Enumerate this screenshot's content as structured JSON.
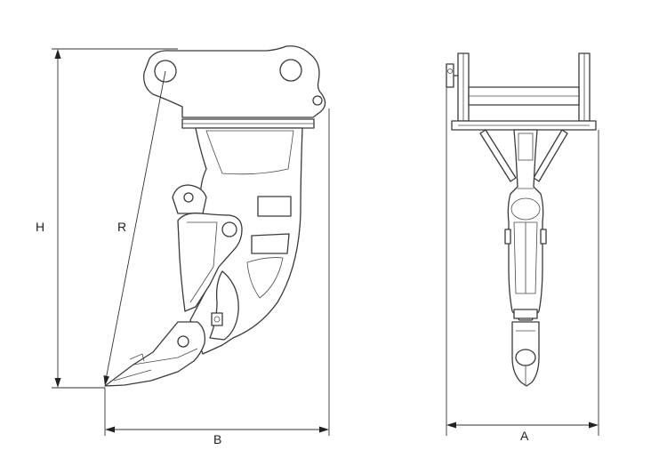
{
  "drawing": {
    "dimension_labels": {
      "height": "H",
      "radius": "R",
      "width_side": "B",
      "width_front": "A"
    },
    "views": [
      "side-view",
      "front-view"
    ]
  }
}
